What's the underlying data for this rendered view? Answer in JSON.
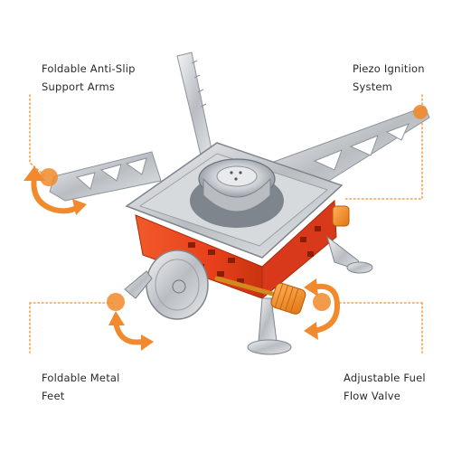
{
  "callouts": {
    "support_arms": {
      "line1": "Foldable Anti-Slip",
      "line2": "Support Arms"
    },
    "ignition": {
      "line1": "Piezo Ignition",
      "line2": "System"
    },
    "feet": {
      "line1": "Foldable Metal",
      "line2": "Feet"
    },
    "valve": {
      "line1": "Adjustable Fuel",
      "line2": "Flow Valve"
    }
  },
  "colors": {
    "accent_orange": "#f08a2c",
    "leader_line": "#f0a050",
    "body_red": "#e8401c",
    "steel": "#c9ccd0",
    "text": "#2a2a2a"
  }
}
